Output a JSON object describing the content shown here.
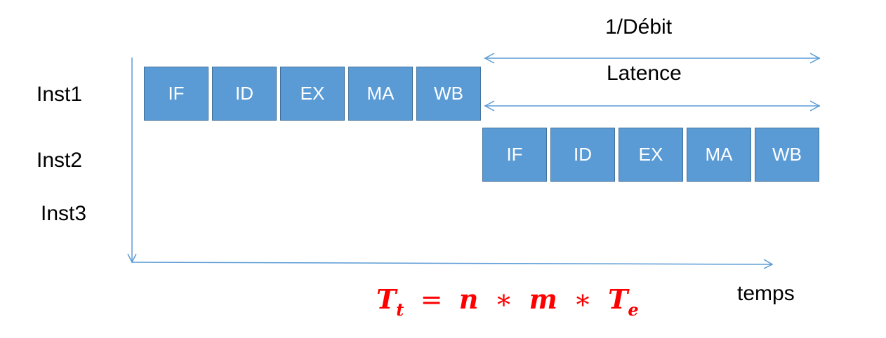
{
  "instructions": [
    "Inst1",
    "Inst2",
    "Inst3"
  ],
  "stages": [
    "IF",
    "ID",
    "EX",
    "MA",
    "WB"
  ],
  "annotations": {
    "throughput": "1/Débit",
    "latency": "Latence"
  },
  "time_axis_label": "temps",
  "formula": {
    "lhs": "T",
    "lhs_sub": "t",
    "equals": "=",
    "n": "n",
    "times1": "∗",
    "m": "m",
    "times2": "∗",
    "te": "T",
    "te_sub": "e"
  },
  "colors": {
    "stage_fill": "#5b9bd5",
    "stage_border": "#41719c",
    "axis": "#5b9bd5",
    "formula": "#ff0000"
  }
}
